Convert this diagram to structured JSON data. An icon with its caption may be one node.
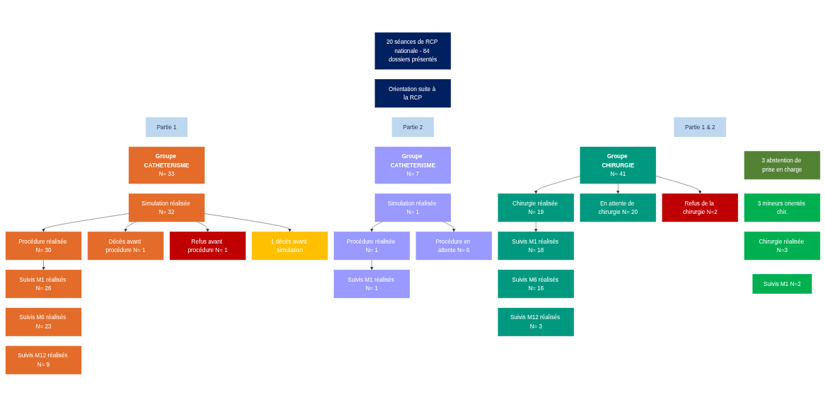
{
  "diagram": {
    "nodes": [
      {
        "text": [
          "20 séances de RCP nationale - 84 dossiers présentés"
        ]
      },
      {
        "text": [
          "Orientation suite à la RCP"
        ]
      },
      {
        "text": [
          "Partie 1"
        ]
      },
      {
        "text": [
          "Partie 2"
        ]
      },
      {
        "text": [
          "Partie 1 & 2"
        ]
      },
      {
        "text": [
          "Groupe CATHETERISME",
          "N= 33"
        ]
      },
      {
        "text": [
          "Groupe CATHETERISME",
          "N= 7"
        ]
      },
      {
        "text": [
          "Groupe CHIRURGIE",
          "N= 41"
        ]
      },
      {
        "text": [
          "3 abstention de prise en charge"
        ]
      },
      {
        "text": [
          "Simulation réalisée N= 32"
        ]
      },
      {
        "text": [
          "Simulation réalisée N= 1"
        ]
      },
      {
        "text": [
          "Procédure réalisée N= 30"
        ]
      },
      {
        "text": [
          "Décès avant procédure N= 1"
        ]
      },
      {
        "text": [
          "Refus avant procédure N= 1"
        ]
      },
      {
        "text": [
          "1 décès avant simulation"
        ]
      },
      {
        "text": [
          "Procédure réalisée N= 1"
        ]
      },
      {
        "text": [
          "Procédure en attente N= 6"
        ]
      },
      {
        "text": [
          "Chirurgie réalisée N= 19"
        ]
      },
      {
        "text": [
          "En attente de chirurgie N= 20"
        ]
      },
      {
        "text": [
          "Refus de la chirurgie N=2"
        ]
      },
      {
        "text": [
          "3 mineurs orientés chir."
        ]
      },
      {
        "text": [
          "Chirurgie réalisée N=3"
        ]
      },
      {
        "text": [
          "Suivis M1 N=2"
        ]
      },
      {
        "text": [
          "Suivis M1 réalisés N= 26"
        ]
      },
      {
        "text": [
          "Suivis M6 réalisés N= 23"
        ]
      },
      {
        "text": [
          "Suivis M12 réalisés N= 9"
        ]
      },
      {
        "text": [
          "Suivis M1 réalisés N= 1"
        ]
      },
      {
        "text": [
          "Suivis M1 réalisés N= 18"
        ]
      },
      {
        "text": [
          "Suivis M6 réalisés N= 16"
        ]
      },
      {
        "text": [
          "Suivis M12 réalisés N= 3"
        ]
      }
    ],
    "edges": [
      {
        "from": 9,
        "to": 11,
        "arrow": "to"
      },
      {
        "from": 9,
        "to": 12,
        "arrow": "to"
      },
      {
        "from": 9,
        "to": 13,
        "arrow": "to"
      },
      {
        "from": 9,
        "to": 14,
        "arrow": "to"
      },
      {
        "from": 11,
        "to": 23,
        "arrow": "to"
      },
      {
        "from": 10,
        "to": 15,
        "arrow": "to"
      },
      {
        "from": 10,
        "to": 16,
        "arrow": "to"
      },
      {
        "from": 15,
        "to": 26,
        "arrow": "to"
      },
      {
        "from": 7,
        "to": 17,
        "arrow": "to"
      },
      {
        "from": 7,
        "to": 18,
        "arrow": "to"
      },
      {
        "from": 7,
        "to": 19,
        "arrow": "to"
      },
      {
        "from": 17,
        "to": 27,
        "arrow": "to"
      }
    ]
  }
}
